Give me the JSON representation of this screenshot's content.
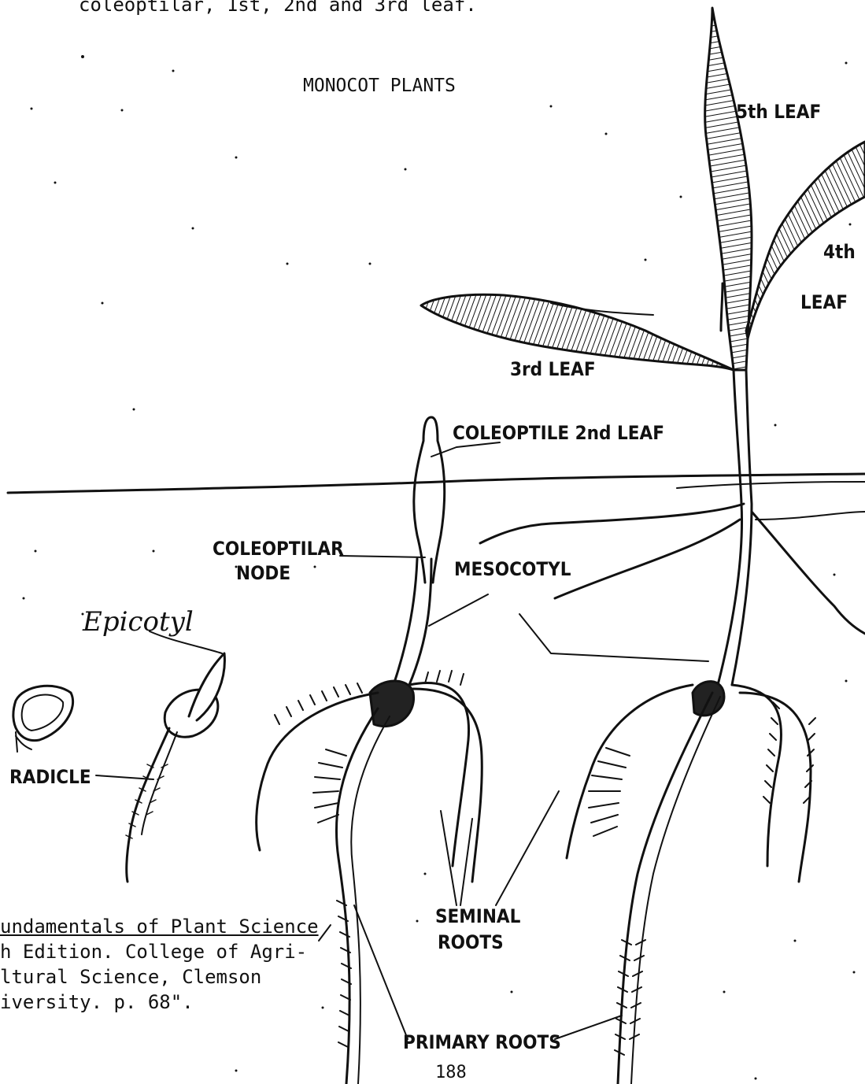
{
  "header": {
    "caption": "coleoptilar, 1st, 2nd and 3rd leaf."
  },
  "diagram": {
    "title": "MONOCOT PLANTS",
    "labels": {
      "fifth_leaf": "5th LEAF",
      "fourth_leaf_a": "4th",
      "fourth_leaf_b": "LEAF",
      "third_leaf": "3rd LEAF",
      "coleoptile": "COLEOPTILE 2nd LEAF",
      "coleoptilar_node_a": "COLEOPTILAR",
      "coleoptilar_node_b": "NODE",
      "mesocotyl": "MESOCOTYL",
      "epicotyl": "Epicotyl",
      "radicle": "RADICLE",
      "seminal_roots_a": "SEMINAL",
      "seminal_roots_b": "ROOTS",
      "primary_roots": "PRIMARY ROOTS"
    }
  },
  "citation": {
    "line1": "undamentals of Plant Science",
    "line2": "h Edition. College of Agri-",
    "line3": "ltural Science, Clemson",
    "line4": "iversity. p. 68\"."
  },
  "footer": {
    "page_number": "188"
  }
}
